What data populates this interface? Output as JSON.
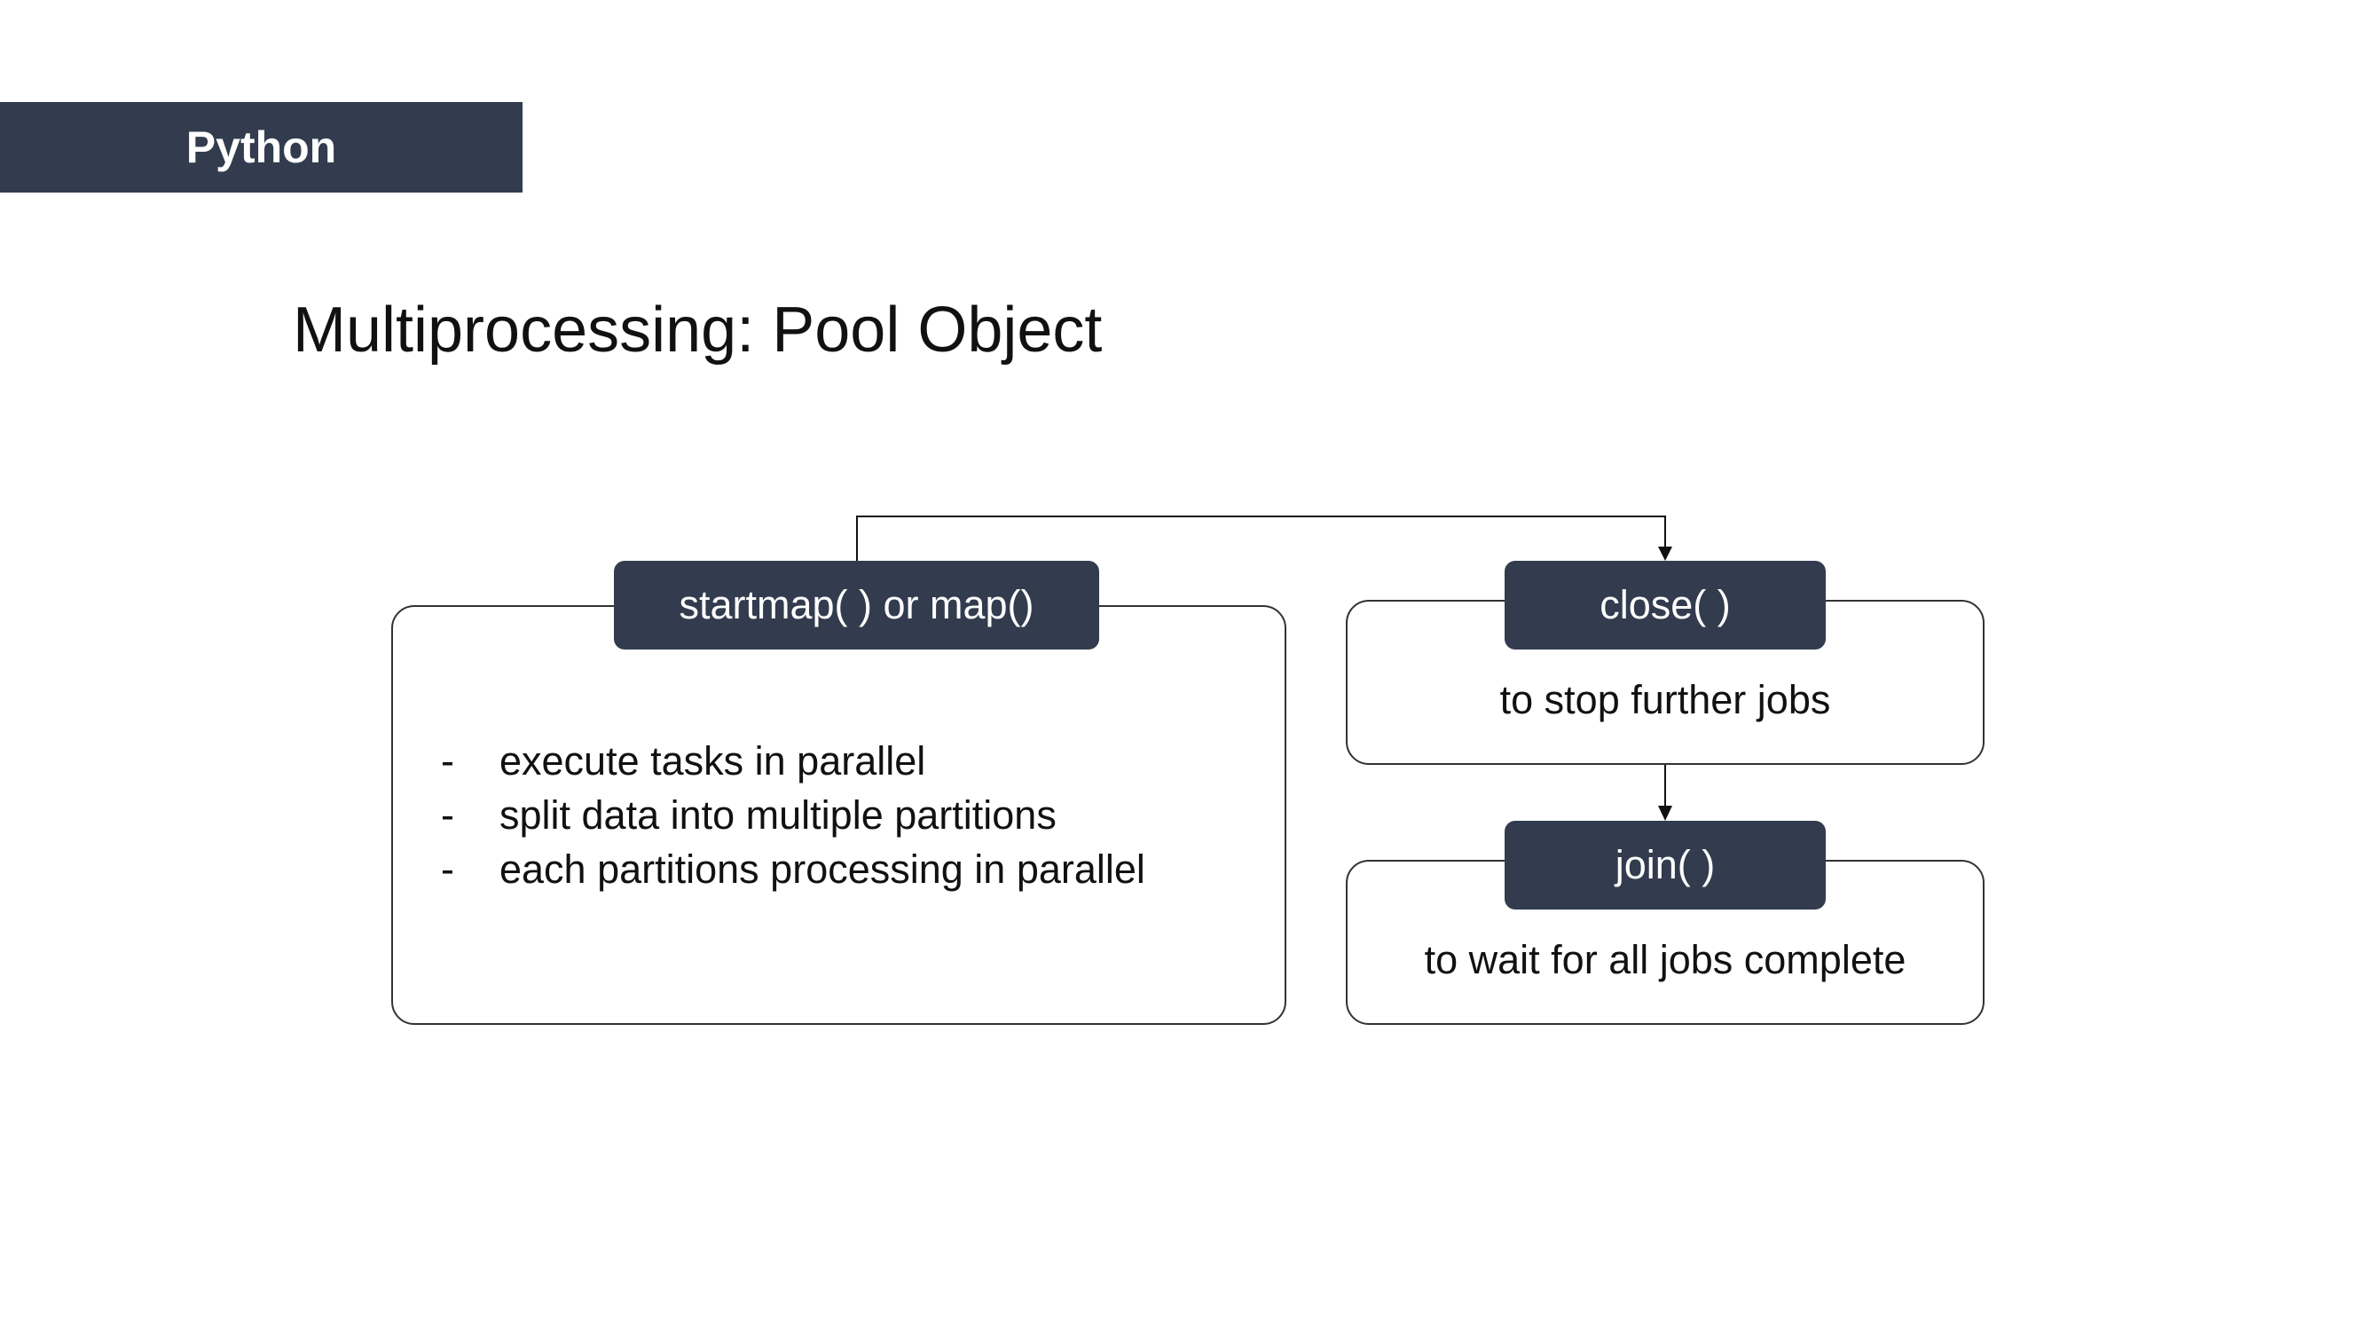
{
  "tag": {
    "label": "Python"
  },
  "title": "Multiprocessing: Pool Object",
  "colors": {
    "accent": "#323c4e",
    "text": "#111111",
    "border": "#333333",
    "background": "#ffffff"
  },
  "diagram": {
    "map_box": {
      "header": "startmap( ) or map()",
      "bullets": [
        {
          "marker": "-",
          "text": "execute tasks in parallel"
        },
        {
          "marker": "-",
          "text": "split data into multiple partitions"
        },
        {
          "marker": "-",
          "text": "each partitions processing in parallel"
        }
      ]
    },
    "close_box": {
      "header": "close( )",
      "description": "to stop further jobs"
    },
    "join_box": {
      "header": "join( )",
      "description": "to wait for all jobs complete"
    }
  }
}
